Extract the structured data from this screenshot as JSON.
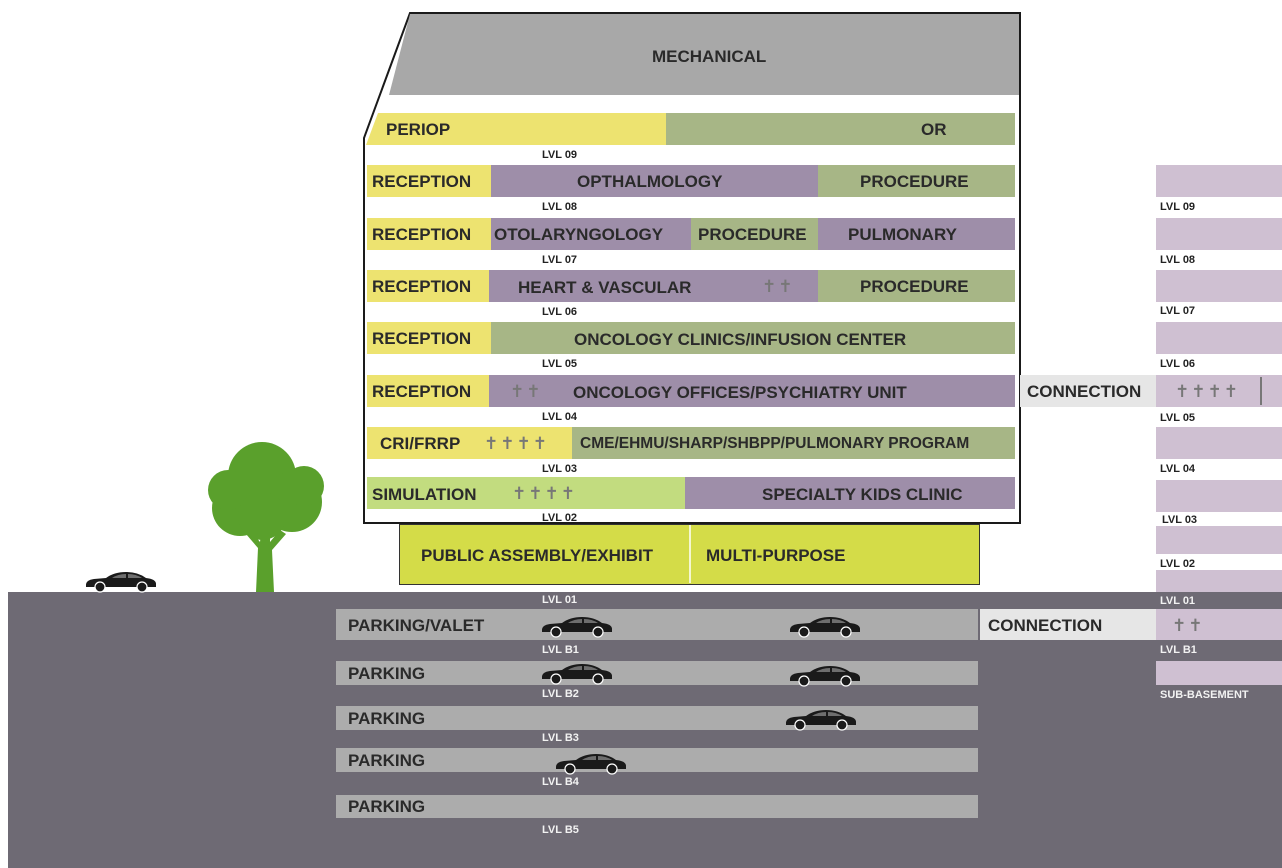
{
  "colors": {
    "yellow": "#ede370",
    "green": "#a7b686",
    "purple": "#9e8ea9",
    "lightgreen": "#c2dc7f",
    "lime": "#d4dc48",
    "lavender": "#cfc0d2",
    "ground": "#6e6a74",
    "parking": "#acacac",
    "roof": "#a8a8a8"
  },
  "building": {
    "mechanical": "MECHANICAL",
    "floors": [
      {
        "level": "LVL 09",
        "segments": [
          "PERIOP",
          "OR"
        ]
      },
      {
        "level": "LVL 08",
        "segments": [
          "RECEPTION",
          "OPTHALMOLOGY",
          "PROCEDURE"
        ]
      },
      {
        "level": "LVL 07",
        "segments": [
          "RECEPTION",
          "OTOLARYNGOLOGY",
          "PROCEDURE",
          "PULMONARY"
        ]
      },
      {
        "level": "LVL 06",
        "segments": [
          "RECEPTION",
          "HEART & VASCULAR",
          "PROCEDURE"
        ]
      },
      {
        "level": "LVL 05",
        "segments": [
          "RECEPTION",
          "ONCOLOGY CLINICS/INFUSION CENTER"
        ]
      },
      {
        "level": "LVL 04",
        "segments": [
          "RECEPTION",
          "ONCOLOGY OFFICES/PSYCHIATRY UNIT"
        ]
      },
      {
        "level": "LVL 03",
        "segments": [
          "CRI/FRRP",
          "CME/EHMU/SHARP/SHBPP/PULMONARY PROGRAM"
        ]
      },
      {
        "level": "LVL 02",
        "segments": [
          "SIMULATION",
          "SPECIALTY KIDS CLINIC"
        ]
      }
    ],
    "ground_floor": {
      "level": "LVL 01",
      "segments": [
        "PUBLIC ASSEMBLY/EXHIBIT",
        "MULTI-PURPOSE"
      ]
    },
    "basement": [
      {
        "level": "LVL B1",
        "label": "PARKING/VALET"
      },
      {
        "level": "LVL B2",
        "label": "PARKING"
      },
      {
        "level": "LVL B3",
        "label": "PARKING"
      },
      {
        "level": "LVL B4",
        "label": "PARKING"
      },
      {
        "level": "LVL B5",
        "label": "PARKING"
      }
    ]
  },
  "connections": {
    "upper": "CONNECTION",
    "lower": "CONNECTION"
  },
  "adjacent_building": {
    "levels": [
      "LVL 09",
      "LVL 08",
      "LVL 07",
      "LVL 06",
      "LVL 05",
      "LVL 04",
      "LVL 03",
      "LVL 02",
      "LVL 01",
      "LVL B1",
      "SUB-BASEMENT"
    ]
  },
  "icons": [
    "tree-icon",
    "car-icon",
    "person-icon"
  ]
}
